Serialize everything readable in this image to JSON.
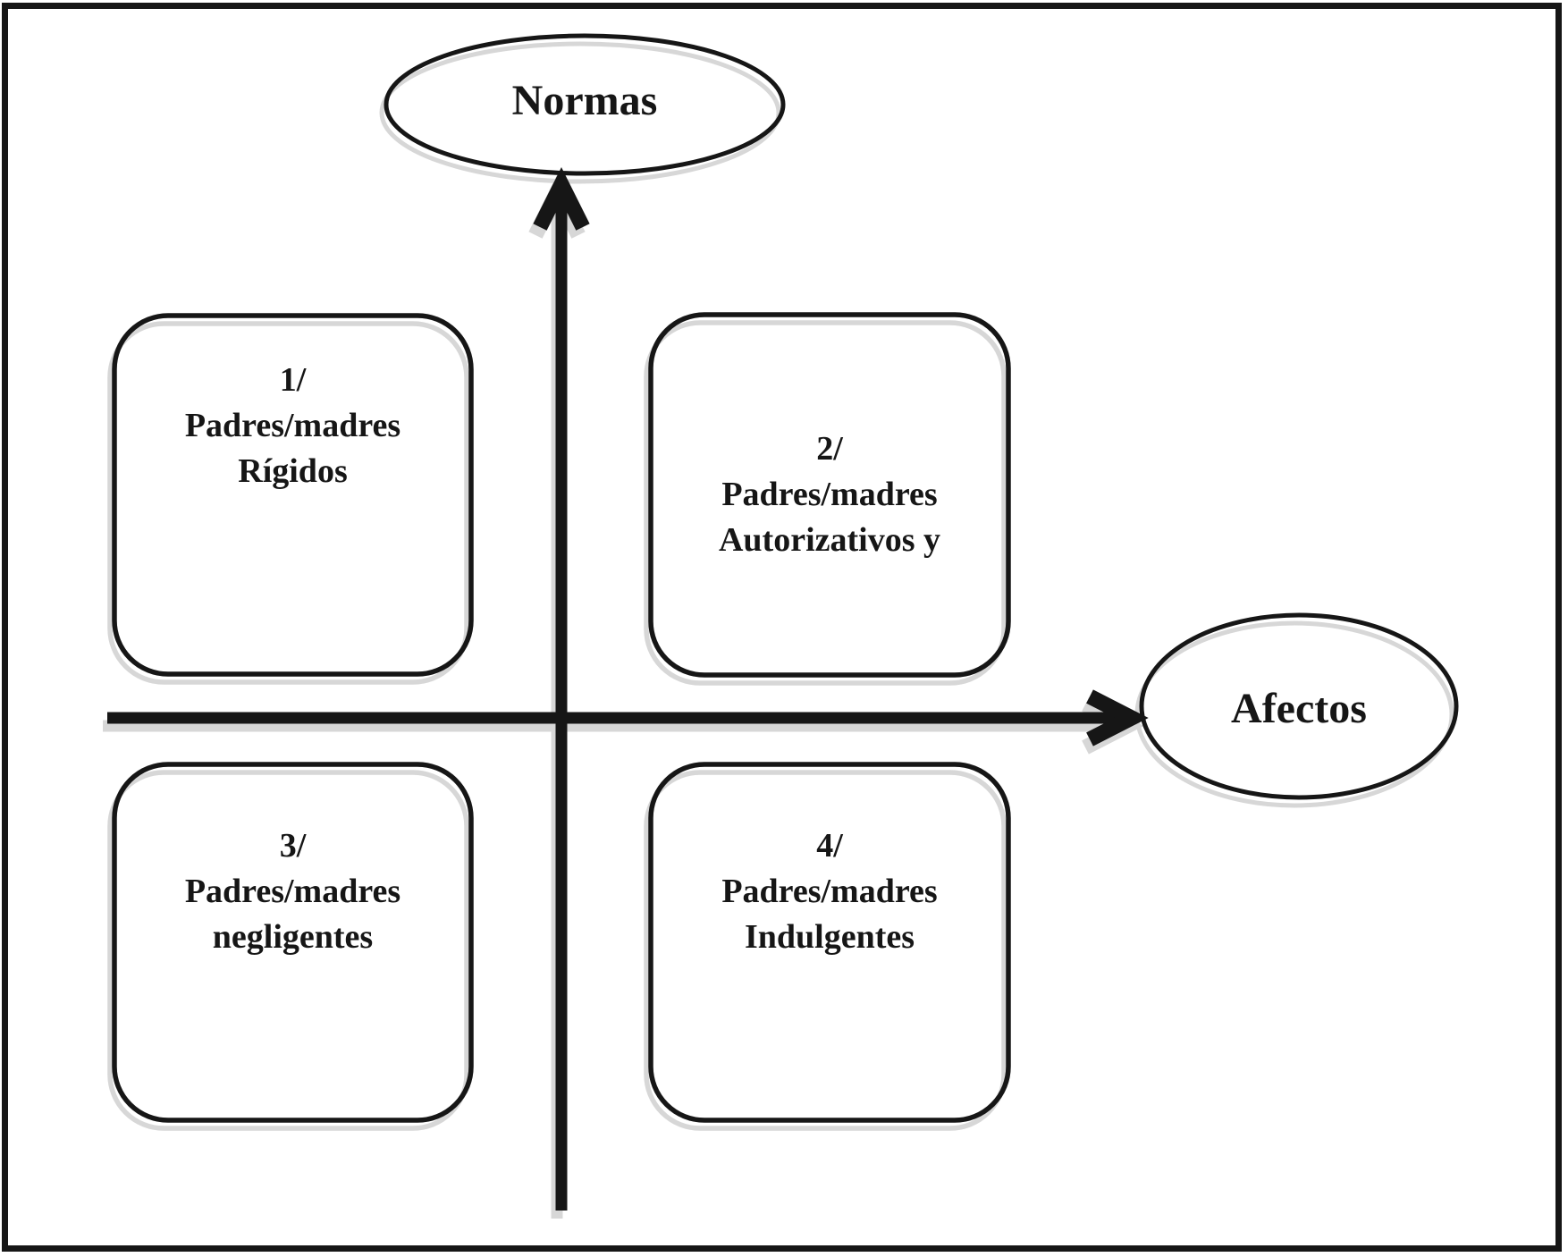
{
  "diagram": {
    "axes": {
      "vertical_label": "Normas",
      "horizontal_label": "Afectos"
    },
    "quadrants": [
      {
        "number": "1/",
        "line1": "Padres/madres",
        "line2": "Rígidos"
      },
      {
        "number": "2/",
        "line1": "Padres/madres",
        "line2": "Autorizativos y"
      },
      {
        "number": "3/",
        "line1": "Padres/madres",
        "line2": "negligentes"
      },
      {
        "number": "4/",
        "line1": "Padres/madres",
        "line2": "Indulgentes"
      }
    ],
    "colors": {
      "ink": "#161616",
      "stroke_shadow": "#d7d7d7",
      "background": "#ffffff"
    }
  }
}
